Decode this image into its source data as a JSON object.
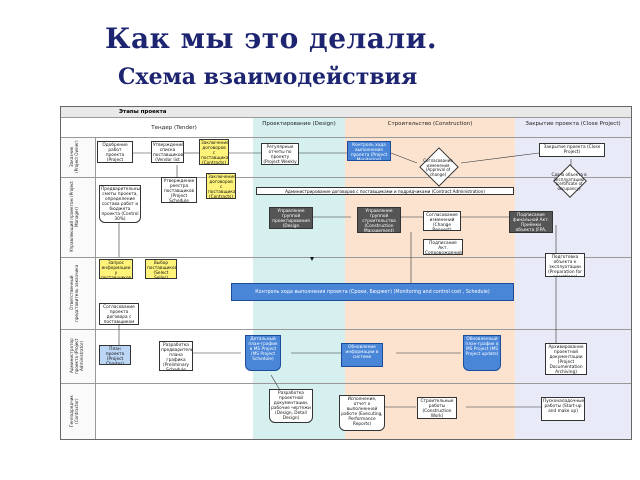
{
  "title": "Как мы это делали.",
  "subtitle": "Схема взаимодействия",
  "diagram": {
    "header": "Этапы проекта",
    "phases": [
      {
        "label": "Тендер (Tender)"
      },
      {
        "label": "Проектирование (Design)"
      },
      {
        "label": "Строительство (Construction)"
      },
      {
        "label": "Закрытие проекта (Close Project)"
      }
    ],
    "lanes": [
      {
        "label": "Заказчик (Project Owner)"
      },
      {
        "label": "Управляющий проектом (Project Manager)"
      },
      {
        "label": "Ответственный представитель заказчика"
      },
      {
        "label": "Администратор проекта (Project Administrator)"
      },
      {
        "label": "Генподрядчик (Contractor)"
      }
    ],
    "boxes": {
      "b1": "Одобрение работ проекта (Project Statement of work)",
      "b2": "Утверждение списка поставщиков (Vendor list approval)",
      "b3": "Заключение договоров с поставщиками (Contracts)",
      "b4": "Утверждение реестра поставщиков (Project Schedule Approval)",
      "b5": "Заключение договоров с поставщиками (Contracts)",
      "b6": "Регулярные отчеты по проекту (Project Weekly Reports)",
      "b7": "Контроль хода выполнения проекта (Project Monitoring)",
      "b8": "Закрытие проекта (Close Project)",
      "b9": "Сдача объекта в эксплуатацию (certificate of occupancy)",
      "b10": "Предварительные сметы проекта, определение состава работ и бюджета проекта (Control 30%)",
      "b11": "Управление группой проектирования (Design Management)",
      "b12": "Управление группой строительства (Construction Management)",
      "b13": "Согласование изменений (Change Request)",
      "b14": "Подписание Акт. Сопровождений (Additional agreements)",
      "b15": "Подписание финальной Акт. Приёмки объекта (FPA, FAC, etc)",
      "b16": "Подготовка объекта к эксплуатации (Preparation for operations)",
      "b17": "Запрос информации у поставщиков (RFQ)",
      "b18": "Выбор поставщиков (Select Seller)",
      "b19": "Согласование проекта договора с поставщиком (Contract approval)",
      "b20": "План проекта (Project Charter)",
      "b21": "Разработка предварительного плана графика (Preliminary Schedule development)",
      "b22": "Детальный план-график в MS Project (MS Project Schedule)",
      "b23": "Обновление информации в системе",
      "b24": "Обновленный план-график в MS Project (MS Project update)",
      "b25": "Архивирование проектной документации (Project Documentation Archiving)",
      "b26": "Разработка проектной документации, рабочие чертежи (Design, Detail Design)",
      "b27": "Исполнение, отчет о выполненной работе (Executing, Performance Reports)",
      "b28": "Строительные работы (Construction Work)",
      "b29": "Пусконаладочные работы (Start-up and make up)"
    },
    "decision": "Согласование изменения (Approval of change)",
    "admin_bar": "Администрирование договоров с поставщиками и подрядчиками (Contract Administration)",
    "gantt_bar": "Контроль хода выполнения проекта (Сроки, Бюджет) (Monitoring and control cost , Schedule)"
  }
}
